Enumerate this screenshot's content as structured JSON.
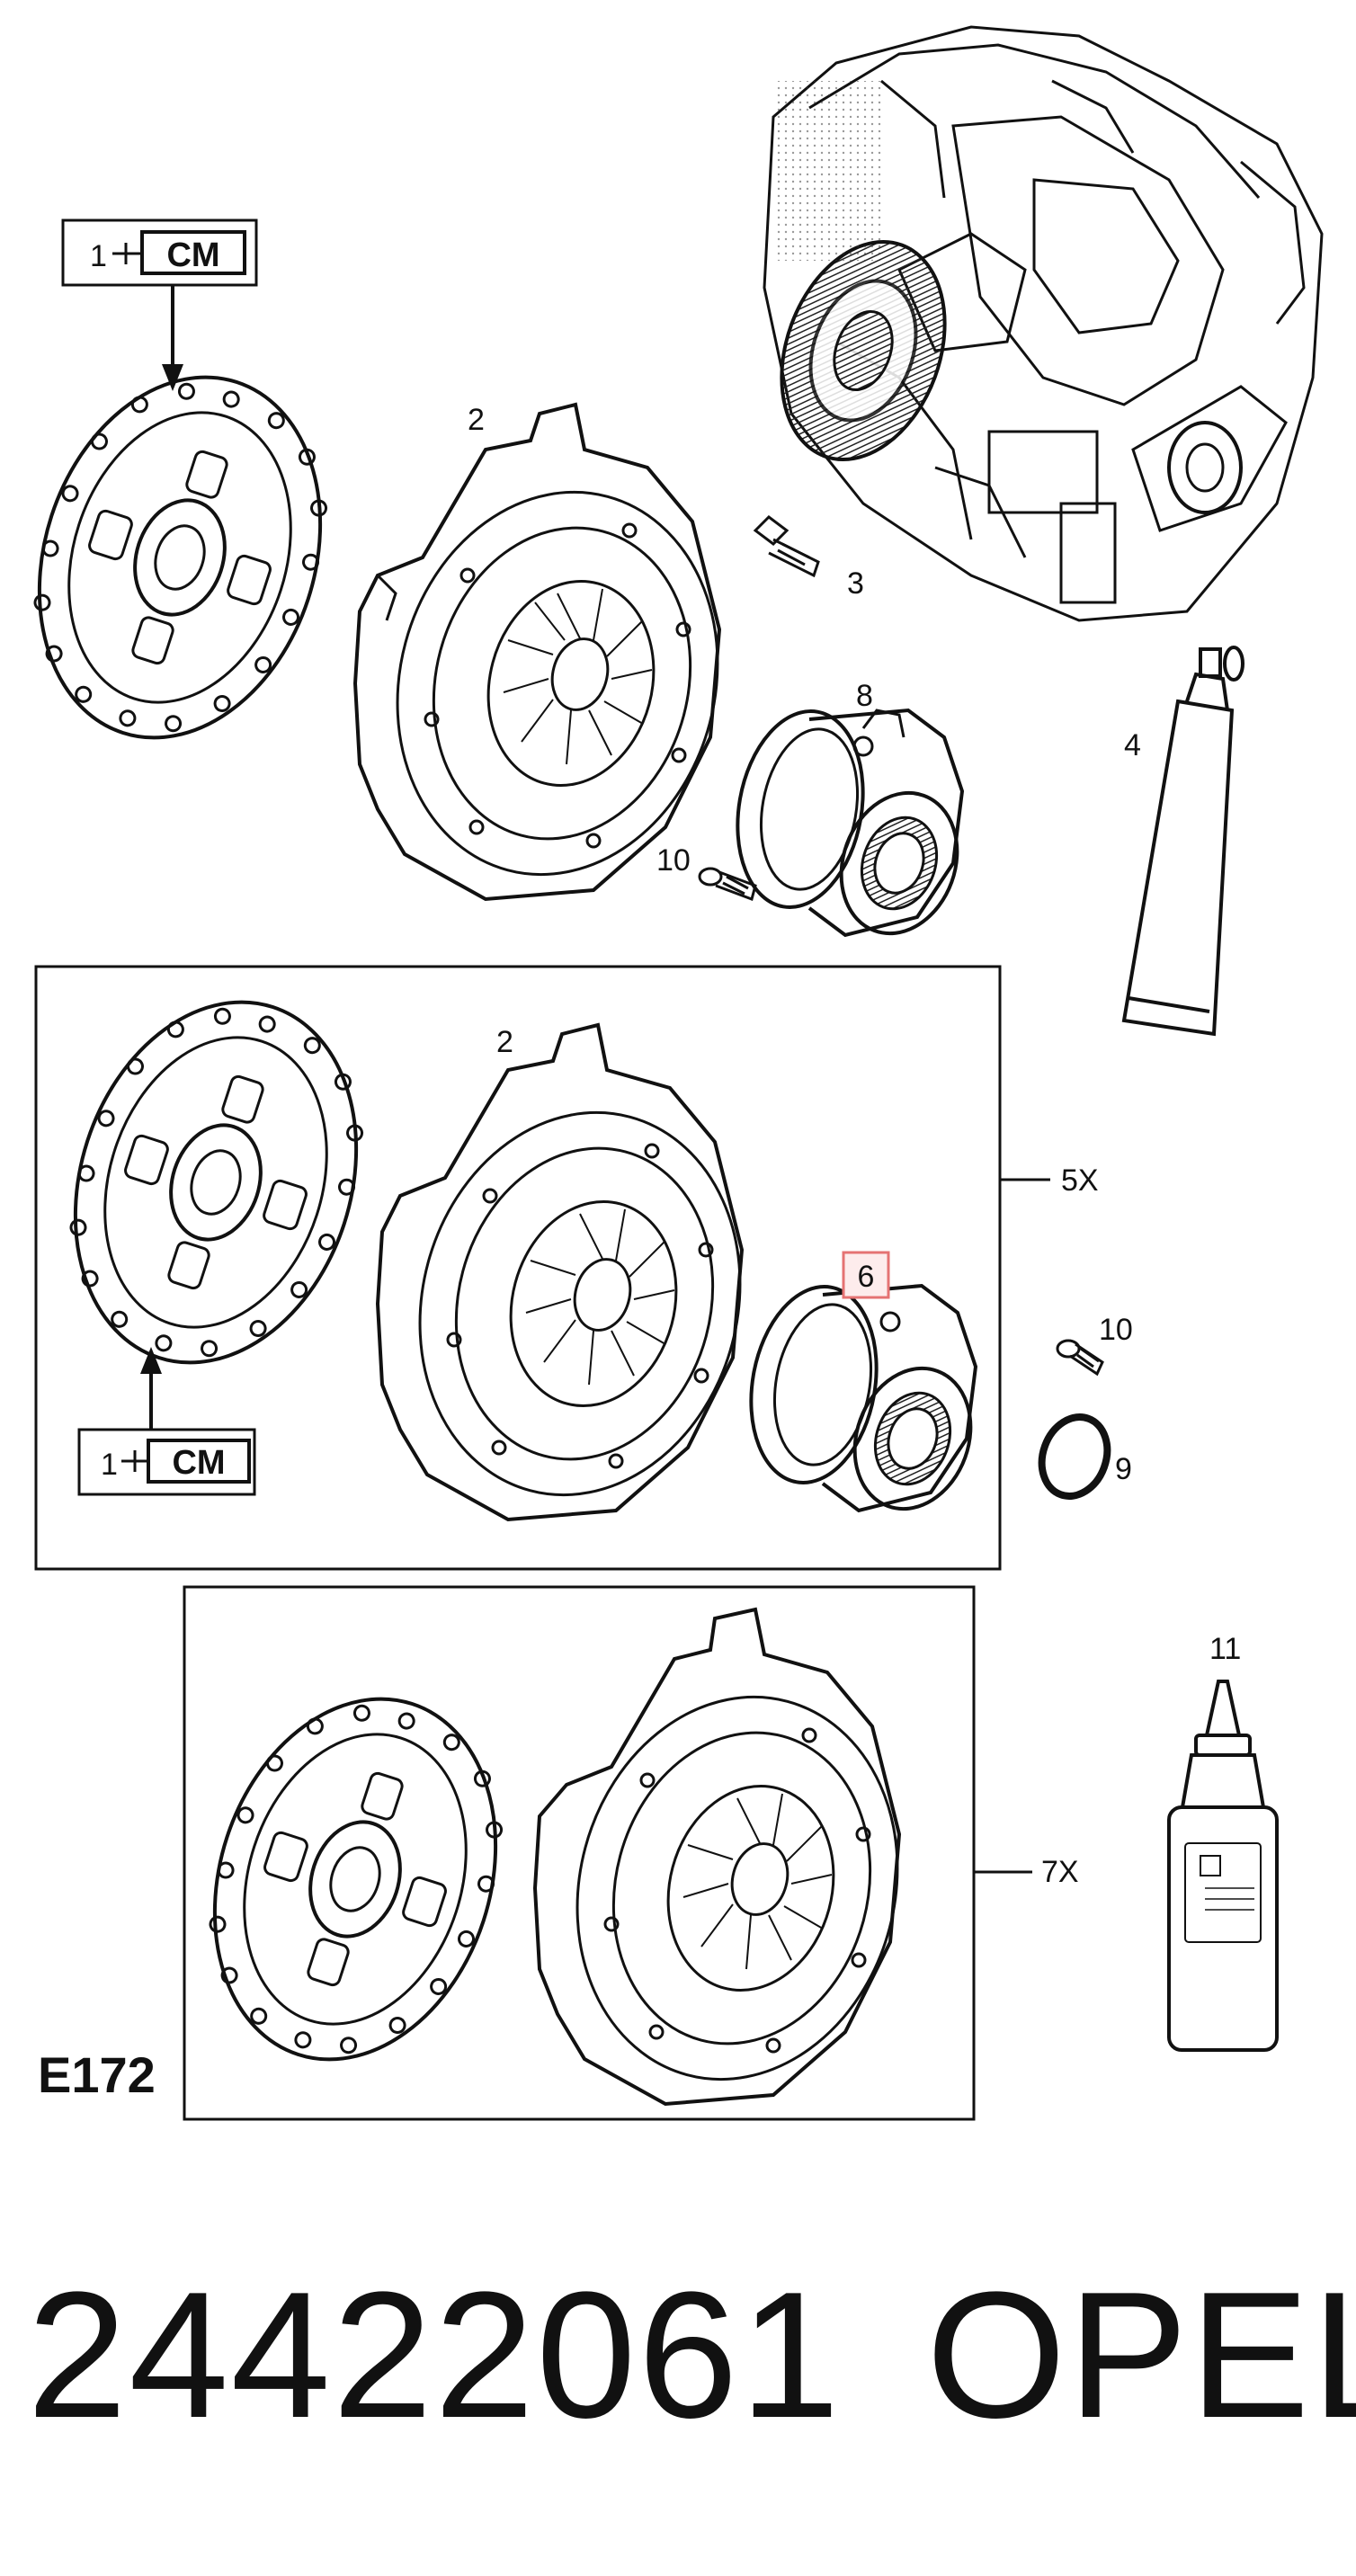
{
  "labels": {
    "cm": "CM",
    "one": "1",
    "two": "2",
    "three": "3",
    "four": "4",
    "kit_5": "5X",
    "six": "6",
    "kit_7": "7X",
    "eight": "8",
    "nine": "9",
    "ten": "10",
    "eleven": "11",
    "diagram_code": "E172"
  },
  "footer": {
    "part_number": "24422061",
    "brand": "OPEL"
  },
  "colors": {
    "ink": "#111111",
    "highlight_border": "#e57373",
    "highlight_fill": "#fdecec",
    "engine_shade": "#333333"
  }
}
